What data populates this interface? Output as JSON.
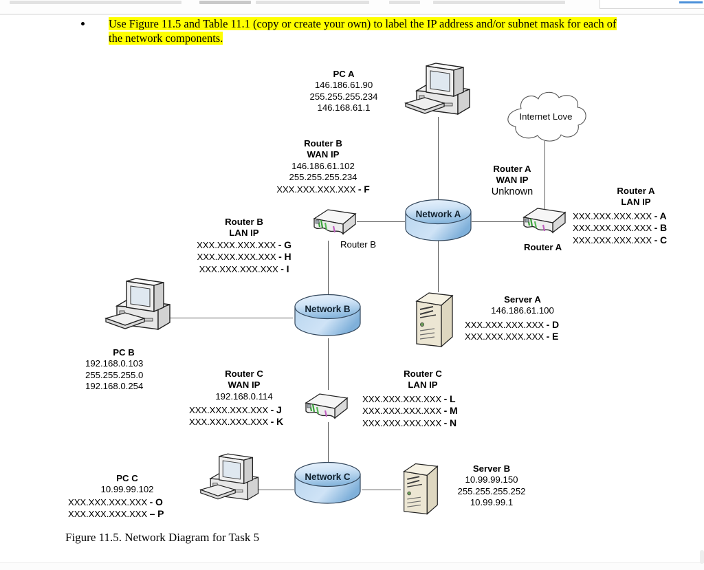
{
  "instruction": {
    "bullet_text": "Use Figure 11.5 and Table 11.1 (copy or create your own) to label the IP address and/or subnet mask for each of the network components."
  },
  "caption": "Figure 11.5. Network Diagram for Task 5",
  "colors": {
    "highlight": "#ffff00",
    "network_fill_light": "#dbe9f7",
    "network_fill_dark": "#86b4da",
    "line": "#5a5a5a",
    "server_body": "#e8e2ce",
    "pc_body": "#e9e9e9"
  },
  "clouds": {
    "internet": {
      "label": "Internet Love"
    }
  },
  "networks": [
    {
      "id": "network-a",
      "label": "Network A"
    },
    {
      "id": "network-b",
      "label": "Network B"
    },
    {
      "id": "network-c",
      "label": "Network C"
    }
  ],
  "nodes": {
    "pc_a": {
      "title": "PC A",
      "lines": [
        "146.186.61.90",
        "255.255.255.234",
        "146.168.61.1"
      ]
    },
    "pc_b": {
      "title": "PC B",
      "lines": [
        "192.168.0.103",
        "255.255.255.0",
        "192.168.0.254"
      ]
    },
    "pc_c": {
      "title": "PC C",
      "lines": [
        "10.99.99.102"
      ],
      "placeholders": [
        {
          "value": "XXX.XXX.XXX.XXX",
          "tag": "- O"
        },
        {
          "value": "XXX.XXX.XXX.XXX",
          "tag": "– P"
        }
      ]
    },
    "server_a": {
      "title": "Server A",
      "lines": [
        "146.186.61.100"
      ],
      "placeholders": [
        {
          "value": "XXX.XXX.XXX.XXX",
          "tag": "- D"
        },
        {
          "value": "XXX.XXX.XXX.XXX",
          "tag": "- E"
        }
      ]
    },
    "server_b": {
      "title": "Server B",
      "lines": [
        "10.99.99.150",
        "255.255.255.252",
        "10.99.99.1"
      ]
    },
    "router_a": {
      "device_label": "Router A",
      "wan": {
        "title": "Router A",
        "subtitle": "WAN IP",
        "value": "Unknown"
      },
      "lan": {
        "title": "Router A",
        "subtitle": "LAN IP",
        "placeholders": [
          {
            "value": "XXX.XXX.XXX.XXX",
            "tag": "- A"
          },
          {
            "value": "XXX.XXX.XXX.XXX",
            "tag": "- B"
          },
          {
            "value": "XXX.XXX.XXX.XXX",
            "tag": "- C"
          }
        ]
      }
    },
    "router_b": {
      "device_label": "Router B",
      "wan": {
        "title": "Router B",
        "subtitle": "WAN IP",
        "lines": [
          "146.186.61.102",
          "255.255.255.234"
        ],
        "placeholders": [
          {
            "value": "XXX.XXX.XXX.XXX",
            "tag": "- F"
          }
        ]
      },
      "lan": {
        "title": "Router B",
        "subtitle": "LAN IP",
        "placeholders": [
          {
            "value": "XXX.XXX.XXX.XXX",
            "tag": "- G"
          },
          {
            "value": "XXX.XXX.XXX.XXX",
            "tag": "- H"
          },
          {
            "value": "XXX.XXX.XXX.XXX",
            "tag": "- I"
          }
        ]
      }
    },
    "router_c": {
      "wan": {
        "title": "Router C",
        "subtitle": "WAN IP",
        "lines": [
          "192.168.0.114"
        ],
        "placeholders": [
          {
            "value": "XXX.XXX.XXX.XXX",
            "tag": "- J"
          },
          {
            "value": "XXX.XXX.XXX.XXX",
            "tag": "- K"
          }
        ]
      },
      "lan": {
        "title": "Router C",
        "subtitle": "LAN IP",
        "placeholders": [
          {
            "value": "XXX.XXX.XXX.XXX",
            "tag": "- L"
          },
          {
            "value": "XXX.XXX.XXX.XXX",
            "tag": "- M"
          },
          {
            "value": "XXX.XXX.XXX.XXX",
            "tag": "- N"
          }
        ]
      }
    }
  }
}
